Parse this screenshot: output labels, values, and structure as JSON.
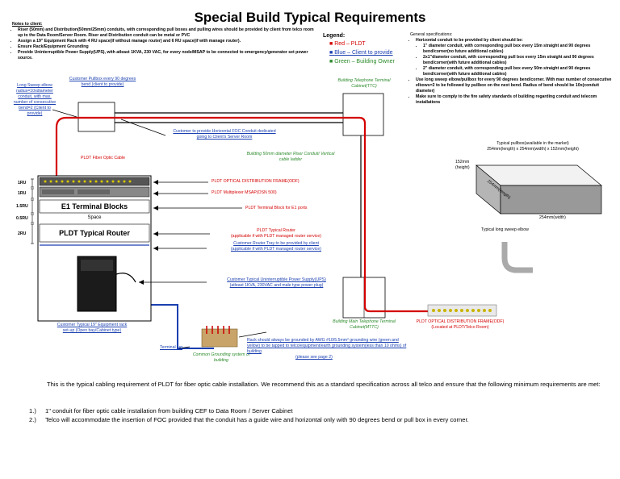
{
  "title": "Special Build Typical Requirements",
  "notes": {
    "heading": "Notes to client:",
    "items": [
      "Riser (50mm) and Distribution(50mm/25mm) conduits, with corresponding pull boxes and pulling wires should be provided by client from telco room up to the Data Room/Server Room. Riser and Distribution conduit can be metal or PVC",
      "Assign a 19\" Equipment Rack with 4 RU space(if without manage router) and 6 RU space(if with manage router).",
      "Ensure Rack/Equipment Grounding",
      "Provide Uninterruptible Power Supply(UPS), with atleast 1KVA, 230 VAC, for every node/MSAP to be connected to emergency/generator set power source."
    ]
  },
  "legend": {
    "heading": "Legend:",
    "items": [
      "Red – PLDT",
      "Blue – Client to provide",
      "Green – Building Owner"
    ]
  },
  "general": {
    "heading": "General specifications:",
    "intro": "Horizontal conduit to be provided by client should be:",
    "subitems": [
      "1\" diameter conduit, with corresponding pull box every 15m straight and 90 degrees bend/corner(no future additional cables)",
      "2x1\"diameter conduit, with corresponding pull box every 15m straight and 90 degrees bend/corner(with future additional cables)",
      "2\" diameter conduit, with corresponding pull box every 50m straight and 90 degrees bend/corner(with future additional cables)"
    ],
    "items": [
      "Use long sweep elbow/pullbox for every 90 degrees bend/corner. With max number of consecutive elbows=2 to be followed by pullbox on the next bend. Radius of bend should be 10x(conduit diameter)",
      "Make sure to comply to the fire safety standards of building regarding conduit and telecom installations"
    ]
  },
  "labels": {
    "long_sweep": "Long Sweep elbow radius=10xdiameter conduit, with max. number of consecutive bend=2 (Client to provide)",
    "customer_pullbox": "Customer Pullbox every 90 degrees bend (client to provide)",
    "ttc": "Building Telephone Terminal Cabinet(TTC)",
    "horizontal_conduit": "Customer to provide Horizontal FOC Conduit dedicated going to Client's Server Room",
    "fiber_cable": "PLDT Fiber Optic Cable",
    "riser": "Building 50mm diameter Riser Conduit/ Vertical cable ladder",
    "odf": "PLDT OPTICAL DISTRIBUTION FRAME(ODF)",
    "msap": "PLDT Multiplexer MSAP(OSN 500)",
    "terminal_block": "PLDT Terminal Block for E1 ports",
    "router": "PLDT Typical Router",
    "router_note": "(applicable if with PLDT managed router service)",
    "router_tray": "Customer Router Tray to be provided by client",
    "router_tray_note": "(applicable if with PLDT managed router service)",
    "ups": "Customer Typical Uninterruptible Power Supply(UPS)",
    "ups_note": "(atleast 1KVA, 230VAC and male type power plug)",
    "rack_caption": "Customer Typical 19\" Equipment rack set-up (Open bay/Cabinet type)",
    "terminal_lug": "Terminal lug",
    "grounding_bus": "Common Grounding system of building",
    "mttc": "Building Main Telephone Terminal Cabinet(MTTC)",
    "ground_note": "Rack should always be grounded by AWG #10/5.5mm² grounding wire (green and yellow) to be tapped to telco/equipment/earth grounding system(less than 10 ohms) of building",
    "ground_see": "(please see page 2)",
    "odf_telco": "PLDT OPTICAL DISTRIBUTION FRAME(ODF)",
    "odf_telco_loc": "(Located at PLDT/Telco Room)",
    "pullbox_head": "Typical pullbox(available in the market)",
    "pullbox_dims": "254mm(length) x 254mm(width) x 152mm(height)",
    "dim_height": "152mm (height)",
    "dim_length": "254mm(length)",
    "dim_width": "254mm(width)",
    "elbow": "Typical long sweep elbow"
  },
  "rack": {
    "ru": [
      "1RU",
      "1RU",
      "1.5RU",
      "0.5RU",
      "2RU"
    ],
    "e1": "E1 Terminal Blocks",
    "space": "Space",
    "router": "PLDT Typical Router"
  },
  "footer": {
    "para": "This is the typical cabling requirement of PLDT for fiber optic cable installation. We recommend this as a standard specification across all telco and ensure that the following minimum requirements are met:",
    "items": [
      {
        "num": "1.)",
        "text": "1\" conduit  for fiber optic cable installation from building CEF to Data Room / Server Cabinet"
      },
      {
        "num": "2.)",
        "text": "Telco will accommodate the insertion of FOC provided that the conduit has a guide wire and horizontal only with 90 degrees bend or pull box in every corner."
      }
    ]
  },
  "colors": {
    "pldt": "#d40000",
    "client": "#1a3fb0",
    "owner": "#2a8a2a"
  }
}
